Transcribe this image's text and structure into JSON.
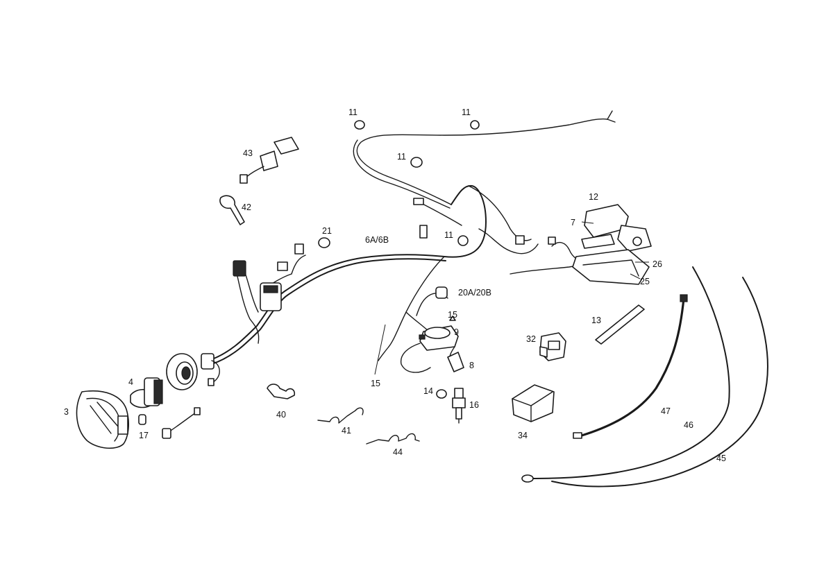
{
  "labels": {
    "p3": "3",
    "p4": "4",
    "p17": "17",
    "p43": "43",
    "p42": "42",
    "p21": "21",
    "p6": "6A/6B",
    "p11a": "11",
    "p11b": "11",
    "p11c": "11",
    "p11d": "11",
    "p12": "12",
    "p7": "7",
    "p26": "26",
    "p25": "25",
    "p20": "20A/20B",
    "p15a": "15",
    "p9": "9",
    "p8": "8",
    "p15b": "15",
    "p14": "14",
    "p16": "16",
    "p13": "13",
    "p32": "32",
    "p34": "34",
    "p40": "40",
    "p41": "41",
    "p44": "44",
    "p47": "47",
    "p46": "46",
    "p45": "45"
  },
  "colors": {
    "line": "#1a1a1a",
    "background": "#ffffff"
  }
}
